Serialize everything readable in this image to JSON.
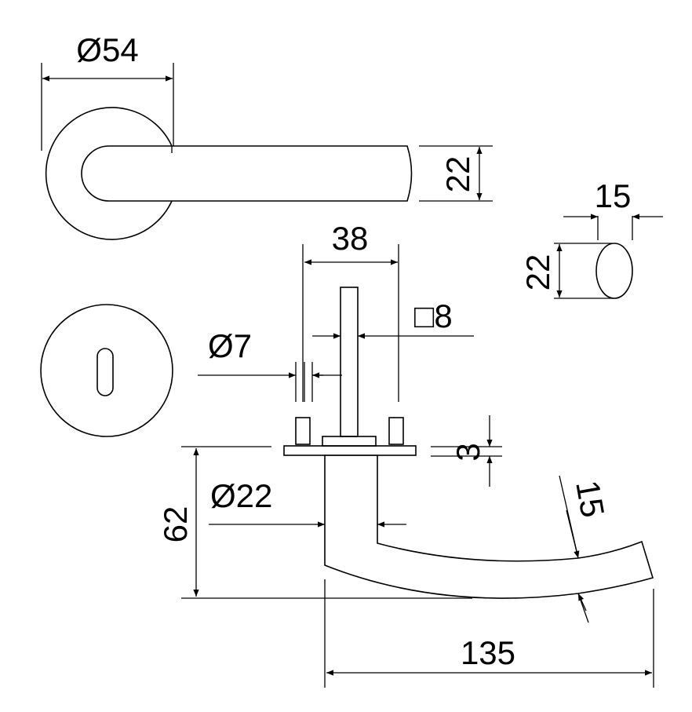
{
  "dimensions": {
    "rose_diameter": "Ø54",
    "lever_thickness": "22",
    "oval_width": "15",
    "oval_height": "22",
    "spindle_span": "38",
    "spindle_square": "□8",
    "screw_diameter": "Ø7",
    "plate_thickness": "3",
    "neck_diameter": "Ø22",
    "lever_height": "62",
    "lever_tip_thickness": "15",
    "lever_length": "135"
  }
}
